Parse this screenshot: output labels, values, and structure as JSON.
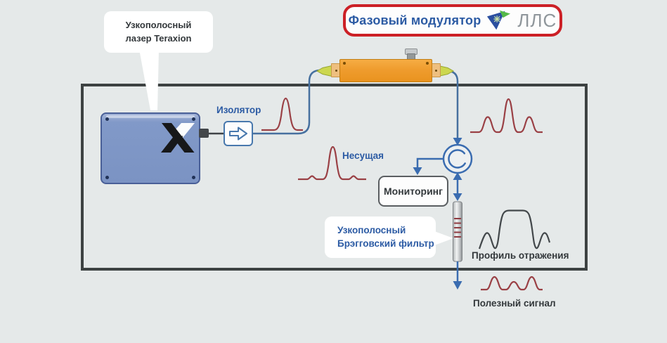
{
  "header": {
    "phase_modulator_label": "Фазовый модулятор",
    "logo_text": "ЛЛС"
  },
  "callouts": {
    "laser": {
      "line1": "Узкополосный",
      "line2": "лазер Teraxion"
    },
    "bragg": {
      "line1": "Узкополосный",
      "line2": "Брэгговский фильтр"
    }
  },
  "labels": {
    "isolator": "Изолятор",
    "carrier": "Несущая",
    "monitoring": "Мониторинг",
    "reflection_profile": "Профиль отражения",
    "useful_signal": "Полезный сигнал"
  },
  "laser": {
    "logo_letter": "X"
  },
  "colors": {
    "background": "#e5e9e9",
    "box_border": "#3d4242",
    "red_frame": "#cc2026",
    "accent_blue": "#2c5ba4",
    "fiber_blue": "#46709f",
    "arrow_blue": "#3a6cb0",
    "signal_red": "#9a4045",
    "profile_gray": "#43484b",
    "laser_blue": "#7b93c3",
    "modulator_orange": "#ef9c2e"
  }
}
